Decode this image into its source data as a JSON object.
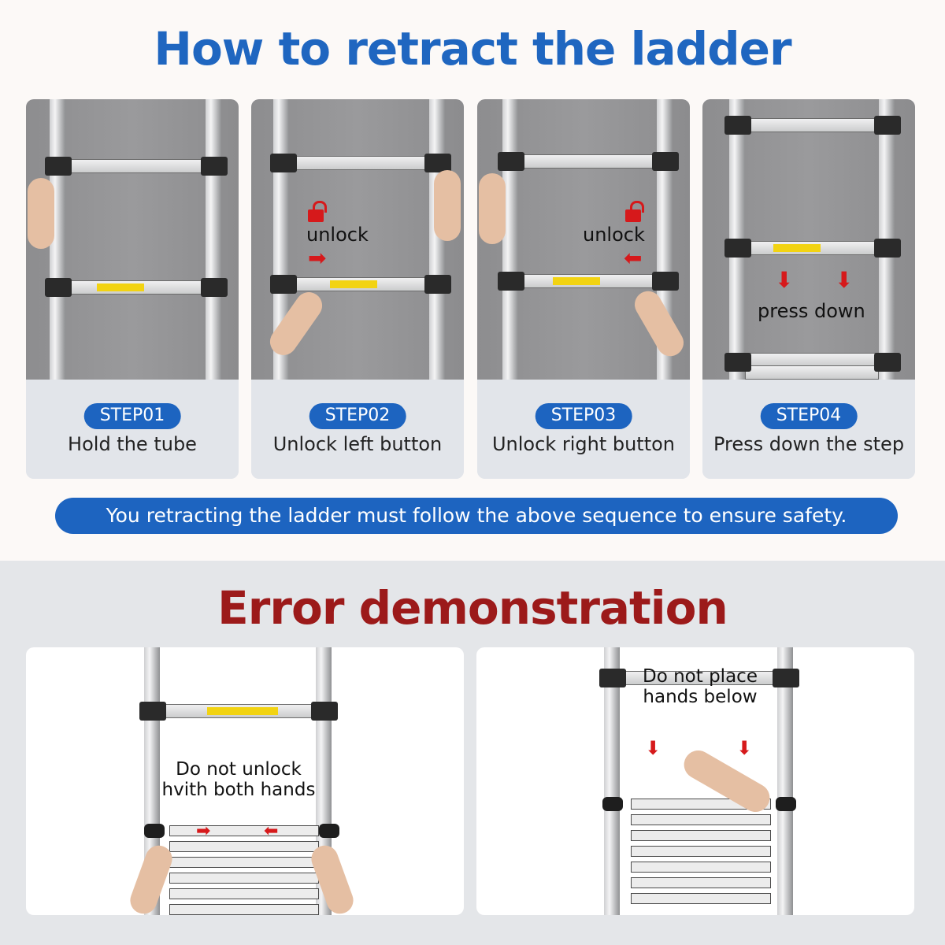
{
  "title": "How to retract the ladder",
  "steps": [
    {
      "badge": "STEP01",
      "label": "Hold the tube"
    },
    {
      "badge": "STEP02",
      "label": "Unlock left button",
      "overlay": "unlock"
    },
    {
      "badge": "STEP03",
      "label": "Unlock right button",
      "overlay": "unlock"
    },
    {
      "badge": "STEP04",
      "label": "Press down the step",
      "overlay": "press down"
    }
  ],
  "safety_note": "You retracting the ladder must follow  the above sequence to ensure safety.",
  "error_title": "Error demonstration",
  "errors": [
    {
      "text_line1": "Do not unlock",
      "text_line2": "hvith both hands"
    },
    {
      "text_line1": "Do not place",
      "text_line2": "hands below"
    }
  ],
  "colors": {
    "brand_blue": "#1d64c0",
    "title_blue": "#1f66c0",
    "error_red": "#9c1a1a",
    "arrow_red": "#d6191b"
  },
  "icons": [
    "unlock-icon",
    "arrow-right-icon",
    "arrow-left-icon",
    "arrow-down-icon"
  ]
}
